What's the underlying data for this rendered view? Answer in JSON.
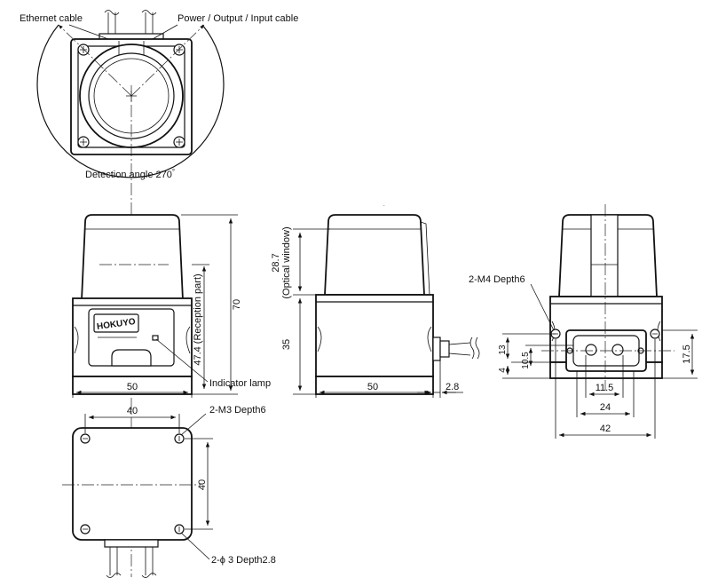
{
  "labels": {
    "ethernet": "Ethernet cable",
    "power": "Power / Output / Input cable",
    "detection": "Detection angle 270",
    "degree": "°",
    "reception": "47.4 (Reception part)",
    "indicator": "Indicator lamp",
    "m4": "2-M4 Depth6",
    "m3": "2-M3  Depth6",
    "phi3": "2-ϕ 3  Depth2.8",
    "optical_value": "28.7",
    "optical_text": "(Optical window)",
    "brand": "HOKUYO"
  },
  "dims": {
    "d70": "70",
    "d50_front": "50",
    "d35": "35",
    "d50_side": "50",
    "d2_8": "2.8",
    "d40_top": "40",
    "d40_side": "40",
    "d4": "4",
    "d13": "13",
    "d10_5": "10.5",
    "d11_5": "11.5",
    "d24": "24",
    "d42": "42",
    "d17_5": "17.5"
  }
}
